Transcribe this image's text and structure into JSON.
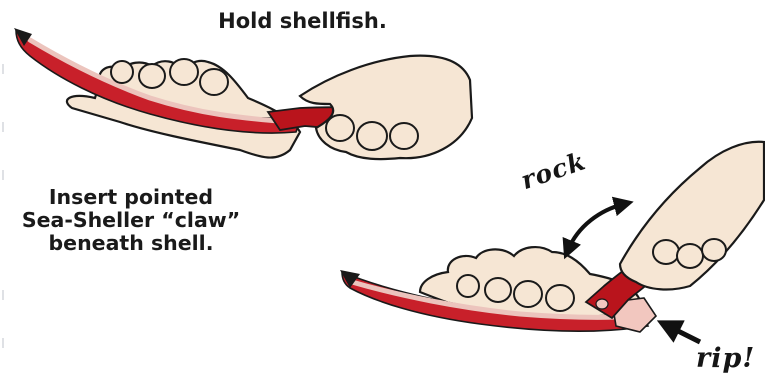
{
  "captions": {
    "top": "Hold shellfish.",
    "left_lines": [
      "Insert pointed",
      "Sea-Sheller “claw”",
      "beneath shell."
    ]
  },
  "labels": {
    "rock": "rock",
    "rip": "rip!"
  },
  "colors": {
    "shell_red": "#c8202a",
    "shell_light": "#ecc4bd",
    "tool_red": "#b9141c",
    "skin": "#f6e6d4",
    "outline": "#1a1a1a"
  },
  "icons": [
    "hand-icon",
    "shellfish-icon",
    "sea-sheller-tool-icon",
    "rock-arrow-icon",
    "rip-arrow-icon"
  ]
}
